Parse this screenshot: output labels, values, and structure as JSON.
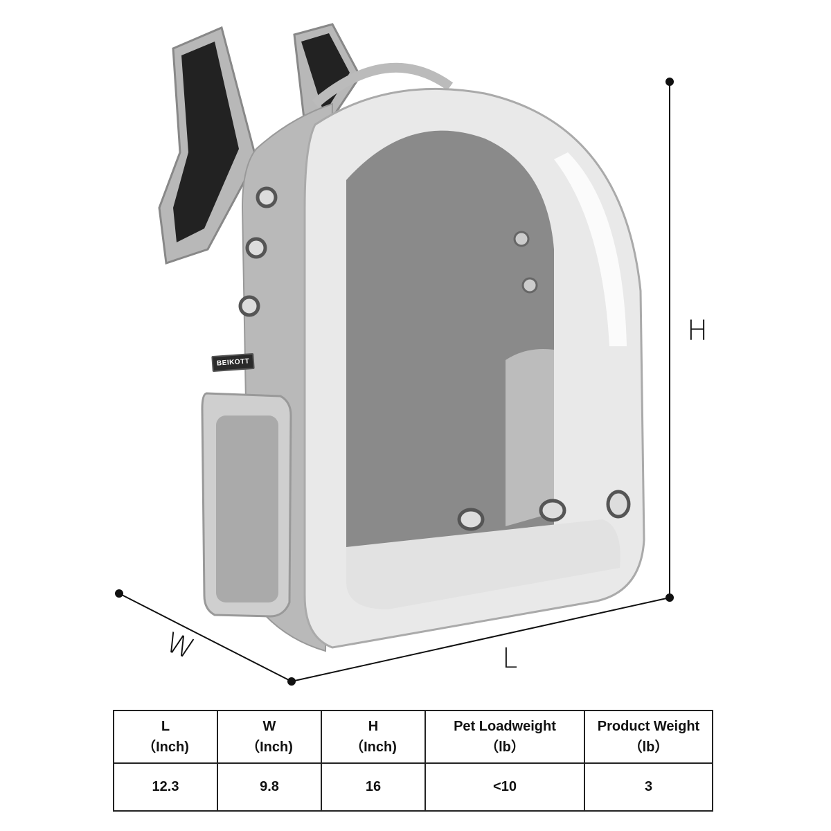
{
  "product": {
    "brand_label": "BEIKOTT",
    "color": "#9a9a9a"
  },
  "dimension_labels": {
    "height": "H",
    "width": "W",
    "length": "L"
  },
  "spec_table": {
    "headers": [
      {
        "name": "L",
        "unit": "（Inch)"
      },
      {
        "name": "W",
        "unit": "（Inch)"
      },
      {
        "name": "H",
        "unit": "（Inch)"
      },
      {
        "name": "Pet Loadweight",
        "unit": "（lb）"
      },
      {
        "name": "Product Weight",
        "unit": "（lb）"
      }
    ],
    "values": [
      "12.3",
      "9.8",
      "16",
      "<10",
      "3"
    ]
  }
}
